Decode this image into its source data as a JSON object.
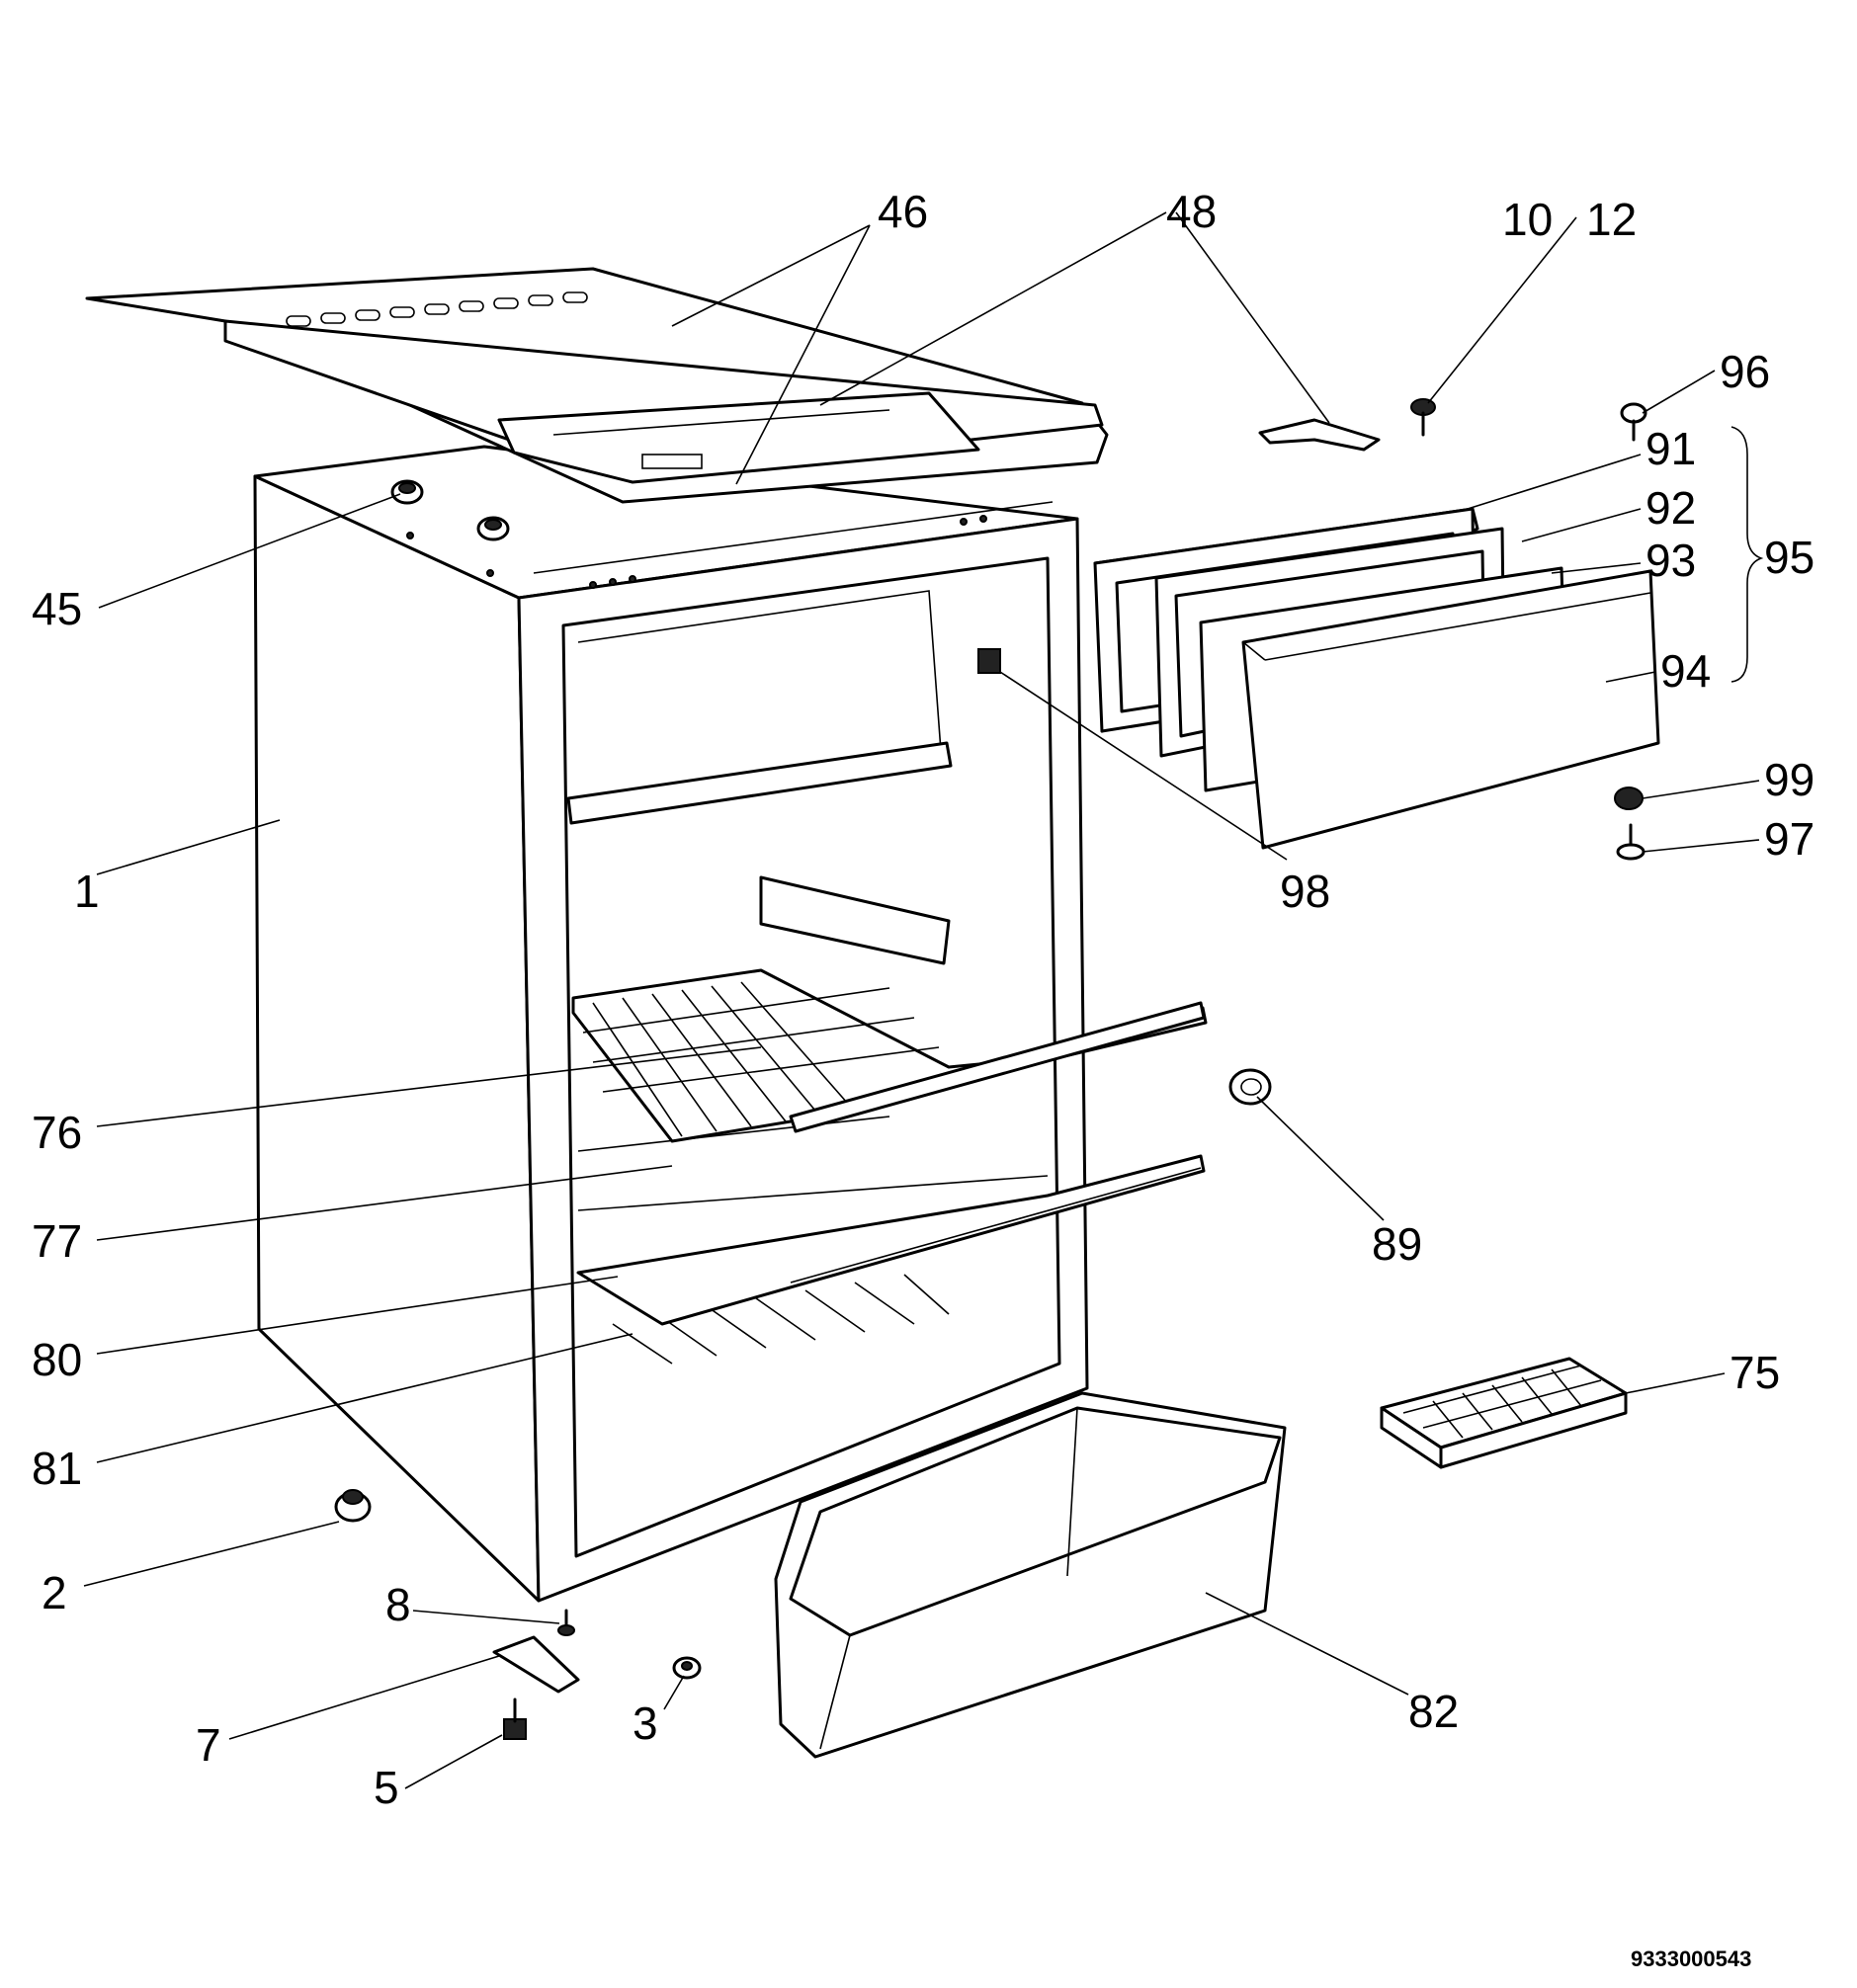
{
  "callouts": [
    {
      "id": "c46",
      "text": "46"
    },
    {
      "id": "c48",
      "text": "48"
    },
    {
      "id": "c10",
      "text": "10"
    },
    {
      "id": "c12",
      "text": "12"
    },
    {
      "id": "c96",
      "text": "96"
    },
    {
      "id": "c91",
      "text": "91"
    },
    {
      "id": "c92",
      "text": "92"
    },
    {
      "id": "c93",
      "text": "93"
    },
    {
      "id": "c95",
      "text": "95"
    },
    {
      "id": "c94",
      "text": "94"
    },
    {
      "id": "c99",
      "text": "99"
    },
    {
      "id": "c97",
      "text": "97"
    },
    {
      "id": "c98",
      "text": "98"
    },
    {
      "id": "c45",
      "text": "45"
    },
    {
      "id": "c1",
      "text": "1"
    },
    {
      "id": "c76",
      "text": "76"
    },
    {
      "id": "c77",
      "text": "77"
    },
    {
      "id": "c89",
      "text": "89"
    },
    {
      "id": "c80",
      "text": "80"
    },
    {
      "id": "c75",
      "text": "75"
    },
    {
      "id": "c81",
      "text": "81"
    },
    {
      "id": "c2",
      "text": "2"
    },
    {
      "id": "c8",
      "text": "8"
    },
    {
      "id": "c82",
      "text": "82"
    },
    {
      "id": "c7",
      "text": "7"
    },
    {
      "id": "c3",
      "text": "3"
    },
    {
      "id": "c5",
      "text": "5"
    }
  ],
  "document_number": "9333000543"
}
